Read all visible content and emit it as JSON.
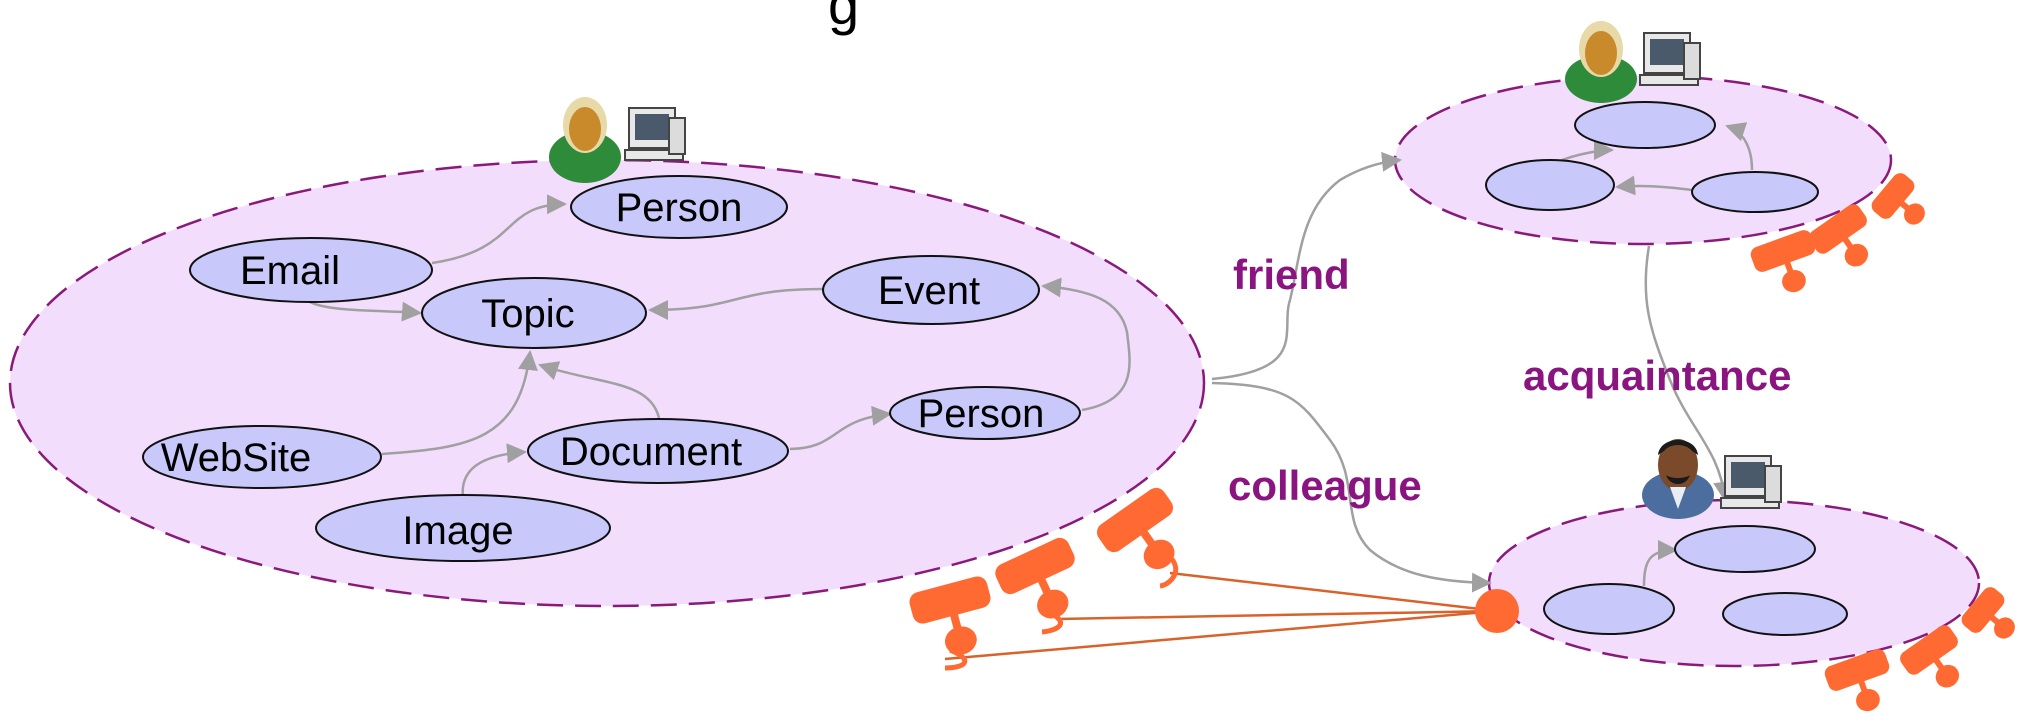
{
  "title_fragment": "g",
  "colors": {
    "cloud_fill": "#f3ddfc",
    "cloud_stroke": "#8a1a7a",
    "node_fill": "#c8c8fa",
    "node_stroke": "#111111",
    "arrow": "#a0a0a0",
    "relation_label": "#8b1580",
    "plug": "#ff6a33",
    "plug_line": "#d9622a"
  },
  "icons": {
    "user_female_main": "person-female-icon",
    "computer": "computer-icon",
    "user_male": "person-male-icon",
    "plug": "plug-icon"
  },
  "main_space": {
    "nodes": {
      "person_top": "Person",
      "email": "Email",
      "topic": "Topic",
      "event": "Event",
      "website": "WebSite",
      "document": "Document",
      "person_right": "Person",
      "image": "Image"
    }
  },
  "relations": {
    "friend": "friend",
    "acquaintance": "acquaintance",
    "colleague": "colleague"
  }
}
